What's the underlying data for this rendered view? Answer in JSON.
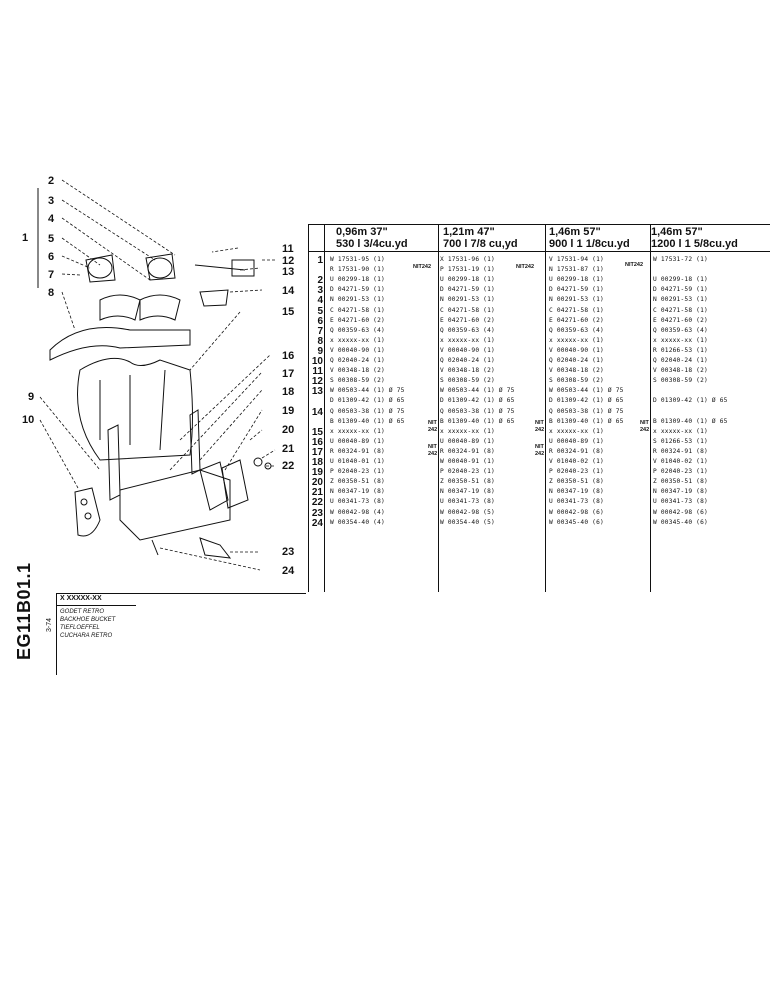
{
  "doc_code": "EG11B01.1",
  "page_ref": "3-74",
  "part_code": "X XXXXX-XX",
  "titles": [
    "GODET RETRO",
    "BACKHOE BUCKET",
    "TIEFLOEFFEL",
    "CUCHARA RETRO"
  ],
  "columns": [
    {
      "line1": "0,96m   37\"",
      "line2": "530 l  3/4cu.yd"
    },
    {
      "line1": "1,21m   47\"",
      "line2": "700 l  7/8 cu,yd"
    },
    {
      "line1": "1,46m   57\"",
      "line2": "900 l  1 1/8cu.yd"
    },
    {
      "line1": "1,46m   57\"",
      "line2": "1200 l 1 5/8cu.yd"
    }
  ],
  "callouts": [
    "1",
    "2",
    "3",
    "4",
    "5",
    "6",
    "7",
    "8",
    "9",
    "10",
    "11",
    "12",
    "13",
    "14",
    "15",
    "16",
    "17",
    "18",
    "19",
    "20",
    "21",
    "22",
    "23",
    "24"
  ],
  "nit_notes": {
    "nit242": "NIT242",
    "nit": "NIT",
    "n242": "242"
  },
  "rows": [
    {
      "n": "1",
      "c": [
        "W 17531-95 (1)",
        "X 17531-96 (1)",
        "V 17531-94 (1)",
        "W 17531-72 (1)"
      ]
    },
    {
      "n": "",
      "c": [
        "R 17531-90 (1)",
        "P 17531-19 (1)",
        "N 17531-87 (1)",
        ""
      ]
    },
    {
      "n": "2",
      "c": [
        "U 00299-18 (1)",
        "U 00299-18 (1)",
        "U 00299-18 (1)",
        "U 00299-18 (1)"
      ]
    },
    {
      "n": "3",
      "c": [
        "D 04271-59 (1)",
        "D 04271-59 (1)",
        "D 04271-59 (1)",
        "D 04271-59 (1)"
      ]
    },
    {
      "n": "4",
      "c": [
        "N 00291-53 (1)",
        "N 00291-53 (1)",
        "N 00291-53 (1)",
        "N 00291-53 (1)"
      ]
    },
    {
      "n": "5",
      "c": [
        "C 04271-58 (1)",
        "C 04271-58 (1)",
        "C 04271-58 (1)",
        "C 04271-58 (1)"
      ]
    },
    {
      "n": "6",
      "c": [
        "E 04271-60 (2)",
        "E 04271-60 (2)",
        "E 04271-60 (2)",
        "E 04271-60 (2)"
      ]
    },
    {
      "n": "7",
      "c": [
        "Q 00359-63 (4)",
        "Q 00359-63 (4)",
        "Q 00359-63 (4)",
        "Q 00359-63 (4)"
      ]
    },
    {
      "n": "8",
      "c": [
        "x xxxxx-xx (1)",
        "x xxxxx-xx (1)",
        "x xxxxx-xx (1)",
        "x xxxxx-xx (1)"
      ]
    },
    {
      "n": "9",
      "c": [
        "V 00040-90 (1)",
        "V 00040-90 (1)",
        "V 00040-90 (1)",
        "R 01266-53 (1)"
      ]
    },
    {
      "n": "10",
      "c": [
        "Q 02040-24 (1)",
        "Q 02040-24 (1)",
        "Q 02040-24 (1)",
        "Q 02040-24 (1)"
      ]
    },
    {
      "n": "11",
      "c": [
        "V 00348-18 (2)",
        "V 00348-18 (2)",
        "V 00348-18 (2)",
        "V 00348-18 (2)"
      ]
    },
    {
      "n": "12",
      "c": [
        "S 00308-59 (2)",
        "S 00308-59 (2)",
        "S 00308-59 (2)",
        "S 00308-59 (2)"
      ]
    },
    {
      "n": "13",
      "c": [
        "W 00503-44 (1) Ø 75",
        "W 00503-44 (1) Ø 75",
        "W 00503-44 (1) Ø 75",
        ""
      ]
    },
    {
      "n": "",
      "c": [
        "D 01309-42 (1) Ø 65",
        "D 01309-42 (1) Ø 65",
        "D 01309-42 (1) Ø 65",
        "D 01309-42 (1) Ø 65"
      ]
    },
    {
      "n": "14",
      "c": [
        "Q 00503-38 (1) Ø 75",
        "Q 00503-38 (1) Ø 75",
        "Q 00503-38 (1) Ø 75",
        ""
      ]
    },
    {
      "n": "",
      "c": [
        "B 01309-40 (1) Ø 65",
        "B 01309-40 (1) Ø 65",
        "B 01309-40 (1) Ø 65",
        "B 01309-40 (1) Ø 65"
      ]
    },
    {
      "n": "15",
      "c": [
        "x xxxxx-xx (1)",
        "x xxxxx-xx (1)",
        "x xxxxx-xx (1)",
        "x xxxxx-xx (1)"
      ]
    },
    {
      "n": "16",
      "c": [
        "U 00040-89 (1)",
        "U 00040-89 (1)",
        "U 00040-89 (1)",
        "S 01266-53 (1)"
      ]
    },
    {
      "n": "17",
      "c": [
        "R 00324-91 (8)",
        "R 00324-91 (8)",
        "R 00324-91 (8)",
        "R 00324-91 (8)"
      ]
    },
    {
      "n": "18",
      "c": [
        "U 01040-01 (1)",
        "W 00040-91 (1)",
        "V 01040-02 (1)",
        "V 01040-02 (1)"
      ]
    },
    {
      "n": "19",
      "c": [
        "P 02040-23 (1)",
        "P 02040-23 (1)",
        "P 02040-23 (1)",
        "P 02040-23 (1)"
      ]
    },
    {
      "n": "20",
      "c": [
        "Z 00350-51 (8)",
        "Z 00350-51 (8)",
        "Z 00350-51 (8)",
        "Z 00350-51 (8)"
      ]
    },
    {
      "n": "21",
      "c": [
        "N 00347-19 (8)",
        "N 00347-19 (8)",
        "N 00347-19 (8)",
        "N 00347-19 (8)"
      ]
    },
    {
      "n": "22",
      "c": [
        "U 00341-73 (8)",
        "U 00341-73 (8)",
        "U 00341-73 (8)",
        "U 00341-73 (8)"
      ]
    },
    {
      "n": "23",
      "c": [
        "W 00042-98 (4)",
        "W 00042-98 (5)",
        "W 00042-98 (6)",
        "W 00042-98 (6)"
      ]
    },
    {
      "n": "24",
      "c": [
        "W 00354-40 (4)",
        "W 00354-40 (5)",
        "W 00345-40 (6)",
        "W 00345-40 (6)"
      ]
    }
  ]
}
